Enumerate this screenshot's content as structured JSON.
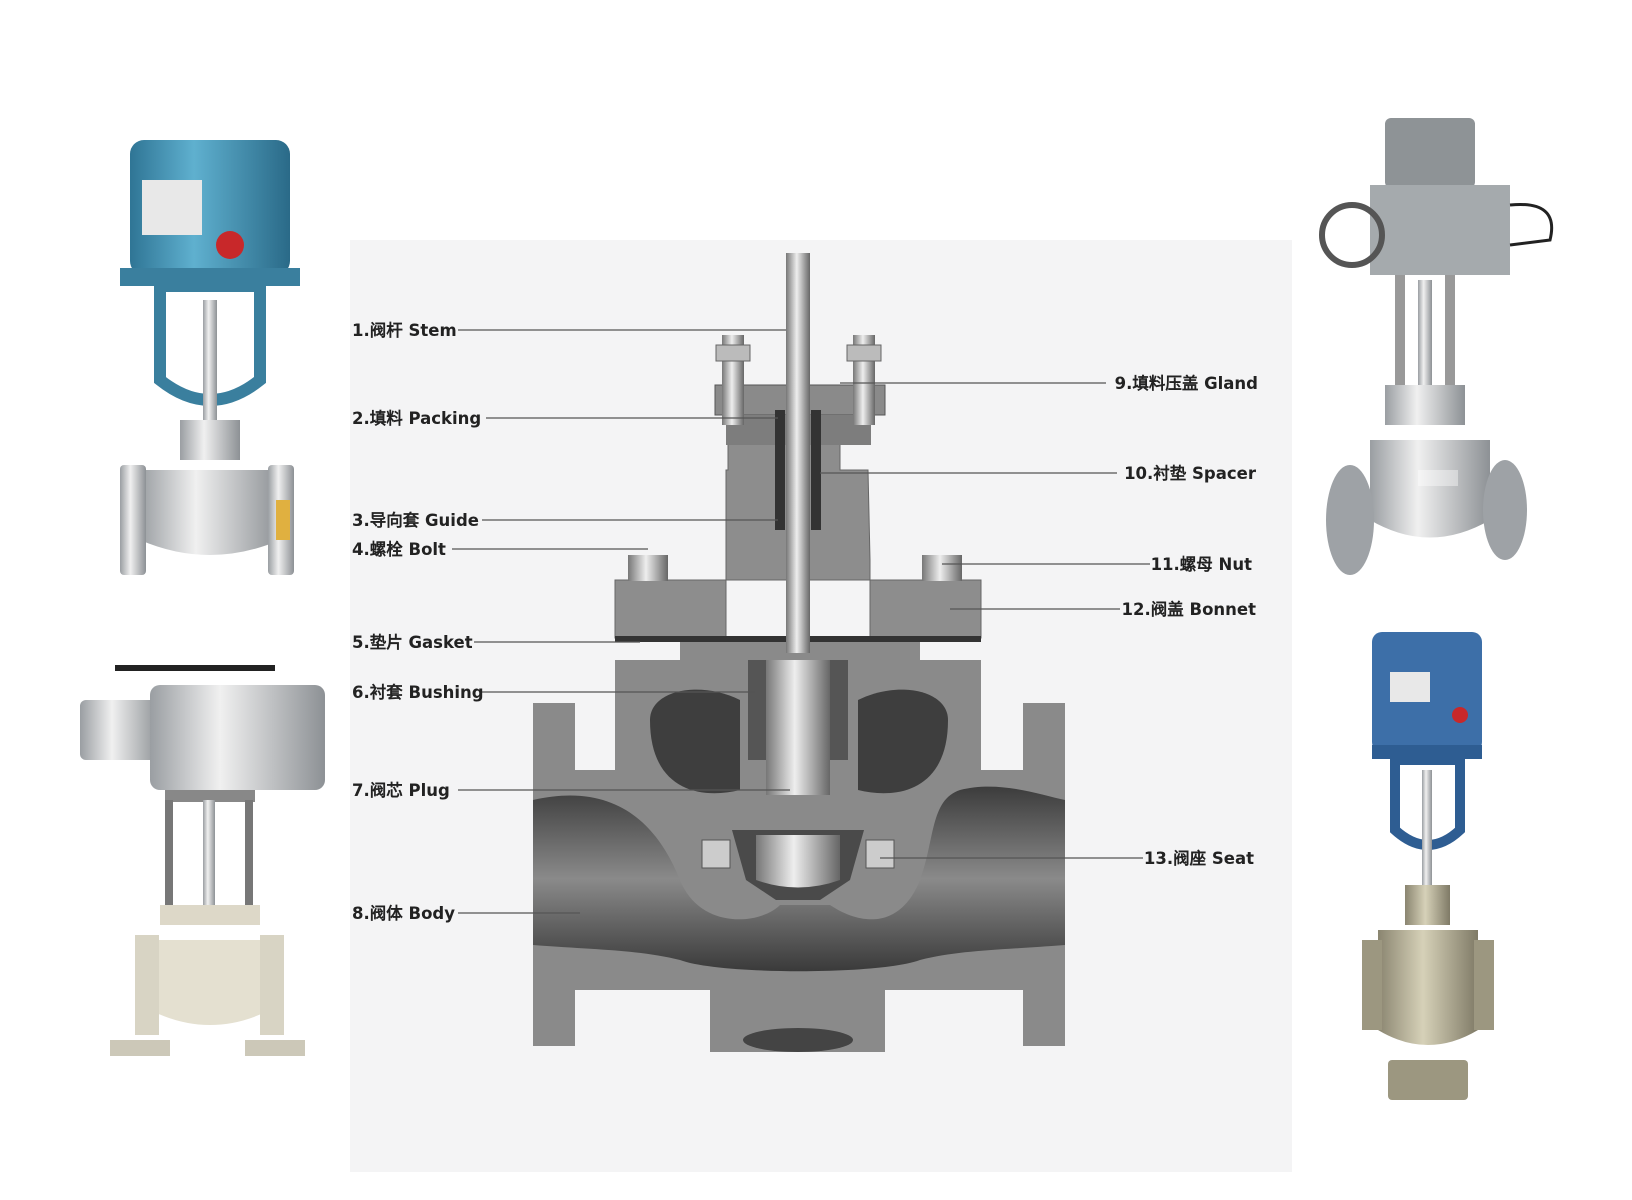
{
  "diagram": {
    "parts_left": [
      {
        "label": "1.阀杆 Stem"
      },
      {
        "label": "2.填料  Packing"
      },
      {
        "label": "3.导向套 Guide"
      },
      {
        "label": "4.螺栓 Bolt"
      },
      {
        "label": "5.垫片 Gasket"
      },
      {
        "label": "6.衬套 Bushing"
      },
      {
        "label": "7.阀芯  Plug"
      },
      {
        "label": "8.阀体 Body"
      }
    ],
    "parts_right": [
      {
        "label": "9.填料压盖 Gland"
      },
      {
        "label": "10.衬垫  Spacer"
      },
      {
        "label": "11.螺母 Nut"
      },
      {
        "label": "12.阀盖 Bonnet"
      },
      {
        "label": "13.阀座 Seat"
      }
    ],
    "product_photos": [
      {
        "name": "electric-control-valve-blue-actuator",
        "color": "#3f8fae"
      },
      {
        "name": "electric-control-valve-grey-actuator-handwheel",
        "color": "#c9cdd0"
      },
      {
        "name": "electric-control-valve-grey-box-actuator",
        "color": "#8e9396"
      },
      {
        "name": "electric-control-valve-blue-actuator-khaki-body",
        "color": "#3d6fa8"
      }
    ],
    "colors": {
      "body_grey": "#8a8a8a",
      "dark_grey": "#4a4a4a",
      "background_panel": "#f4f4f5"
    }
  }
}
